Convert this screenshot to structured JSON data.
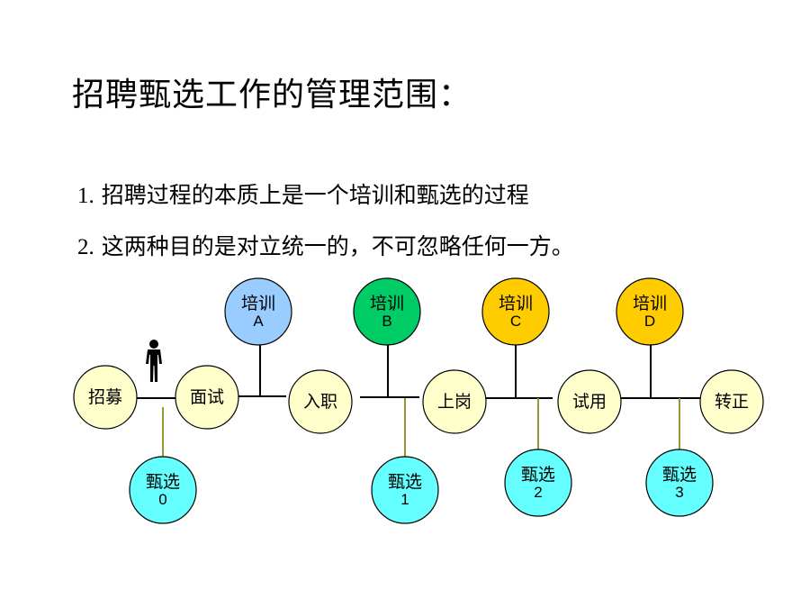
{
  "slide": {
    "title": "招聘甄选工作的管理范围：",
    "points": [
      {
        "num": "1.",
        "text": "招聘过程的本质上是一个培训和甄选的过程"
      },
      {
        "num": "2.",
        "text": "这两种目的是对立统一的，不可忽略任何一方。"
      }
    ]
  },
  "diagram": {
    "colors": {
      "stage": "#ffffcc",
      "training_a": "#99ccff",
      "training_b": "#00cc66",
      "training_cd": "#ffcc00",
      "selection": "#66ffff",
      "connector_olive": "#999933"
    },
    "stages": [
      {
        "id": "recruit",
        "label": "招募"
      },
      {
        "id": "interview",
        "label": "面试"
      },
      {
        "id": "onboard",
        "label": "入职"
      },
      {
        "id": "post",
        "label": "上岗"
      },
      {
        "id": "probation",
        "label": "试用"
      },
      {
        "id": "regular",
        "label": "转正"
      }
    ],
    "trainings": [
      {
        "id": "A",
        "label": "培训",
        "sub": "A"
      },
      {
        "id": "B",
        "label": "培训",
        "sub": "B"
      },
      {
        "id": "C",
        "label": "培训",
        "sub": "C"
      },
      {
        "id": "D",
        "label": "培训",
        "sub": "D"
      }
    ],
    "selections": [
      {
        "id": "0",
        "label": "甄选",
        "sub": "0"
      },
      {
        "id": "1",
        "label": "甄选",
        "sub": "1"
      },
      {
        "id": "2",
        "label": "甄选",
        "sub": "2"
      },
      {
        "id": "3",
        "label": "甄选",
        "sub": "3"
      }
    ],
    "person_icon": "person-icon"
  }
}
